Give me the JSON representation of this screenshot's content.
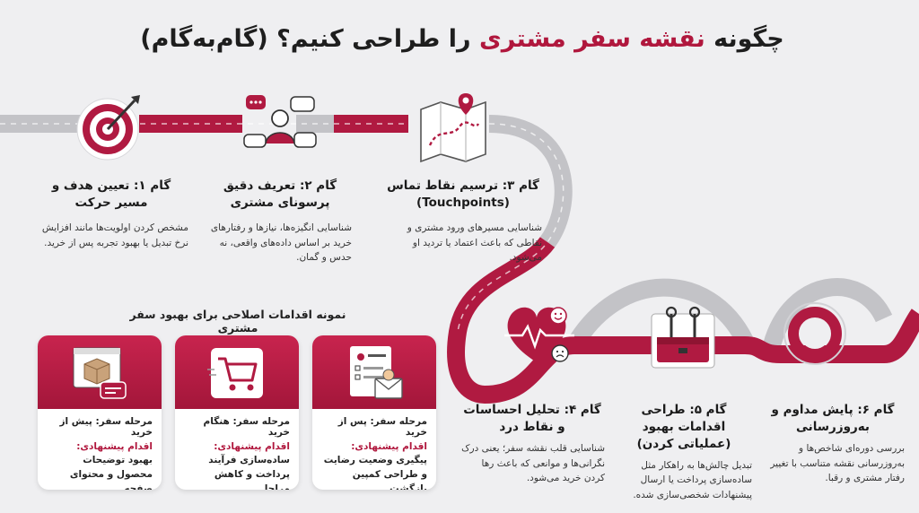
{
  "header": {
    "title_before": "چگونه ",
    "title_accent": "نقشه سفر مشتری",
    "title_after": " را طراحی کنیم؟ (گام‌به‌گام)"
  },
  "colors": {
    "brand": "#b0173d",
    "road_gray": "#c9c9cd",
    "background": "#efeff1"
  },
  "steps": [
    {
      "title": "گام ۱: تعیین هدف و مسیر حرکت",
      "desc": "مشخص کردن اولویت‌ها مانند افزایش نرخ تبدیل یا بهبود تجربه پس از خرید.",
      "icon": "target-arrow-icon"
    },
    {
      "title": "گام ۲: تعریف دقیق پرسونای مشتری",
      "desc": "شناسایی انگیزه‌ها، نیازها و رفتارهای خرید بر اساس داده‌های واقعی، نه حدس و گمان.",
      "icon": "persona-chat-icon"
    },
    {
      "title": "گام ۳: ترسیم نقاط تماس (Touchpoints)",
      "desc": "شناسایی مسیرهای ورود مشتری و نقاطی که باعث اعتماد یا تردید او می‌شود.",
      "icon": "map-route-icon"
    },
    {
      "title": "گام ۴: تحلیل احساسات و نقاط درد",
      "desc": "شناسایی قلب نقشه سفر؛ یعنی درک نگرانی‌ها و موانعی که باعث رها کردن خرید می‌شود.",
      "icon": "heart-emotion-icon"
    },
    {
      "title": "گام ۵: طراحی اقدامات بهبود (عملیاتی کردن)",
      "desc": "تبدیل چالش‌ها به راهکار مثل ساده‌سازی پرداخت یا ارسال پیشنهادات شخصی‌سازی شده.",
      "icon": "toolbox-icon"
    },
    {
      "title": "گام ۶: پایش مداوم و به‌روزرسانی",
      "desc": "بررسی دوره‌ای شاخص‌ها و به‌روزرسانی نقشه متناسب با تغییر رفتار مشتری و رقبا.",
      "icon": "ring-marker-icon"
    }
  ],
  "examples": {
    "title": "نمونه اقدامات اصلاحی برای بهبود سفر مشتری",
    "cards": [
      {
        "stage": "مرحله سفر: پس از خرید",
        "label": "اقدام پیشنهادی:",
        "action": "پیگیری وضعیت رضایت و طراحی کمپین بازگشت",
        "icon": "feedback-form-icon"
      },
      {
        "stage": "مرحله سفر: هنگام خرید",
        "label": "اقدام پیشنهادی:",
        "action": "ساده‌سازی فرآیند پرداخت و کاهش مراحل",
        "icon": "shopping-cart-icon"
      },
      {
        "stage": "مرحله سفر: پیش از خرید",
        "label": "اقدام پیشنهادی:",
        "action": "بهبود توضیحات محصول و محتوای صفحه",
        "icon": "product-page-icon"
      }
    ]
  }
}
